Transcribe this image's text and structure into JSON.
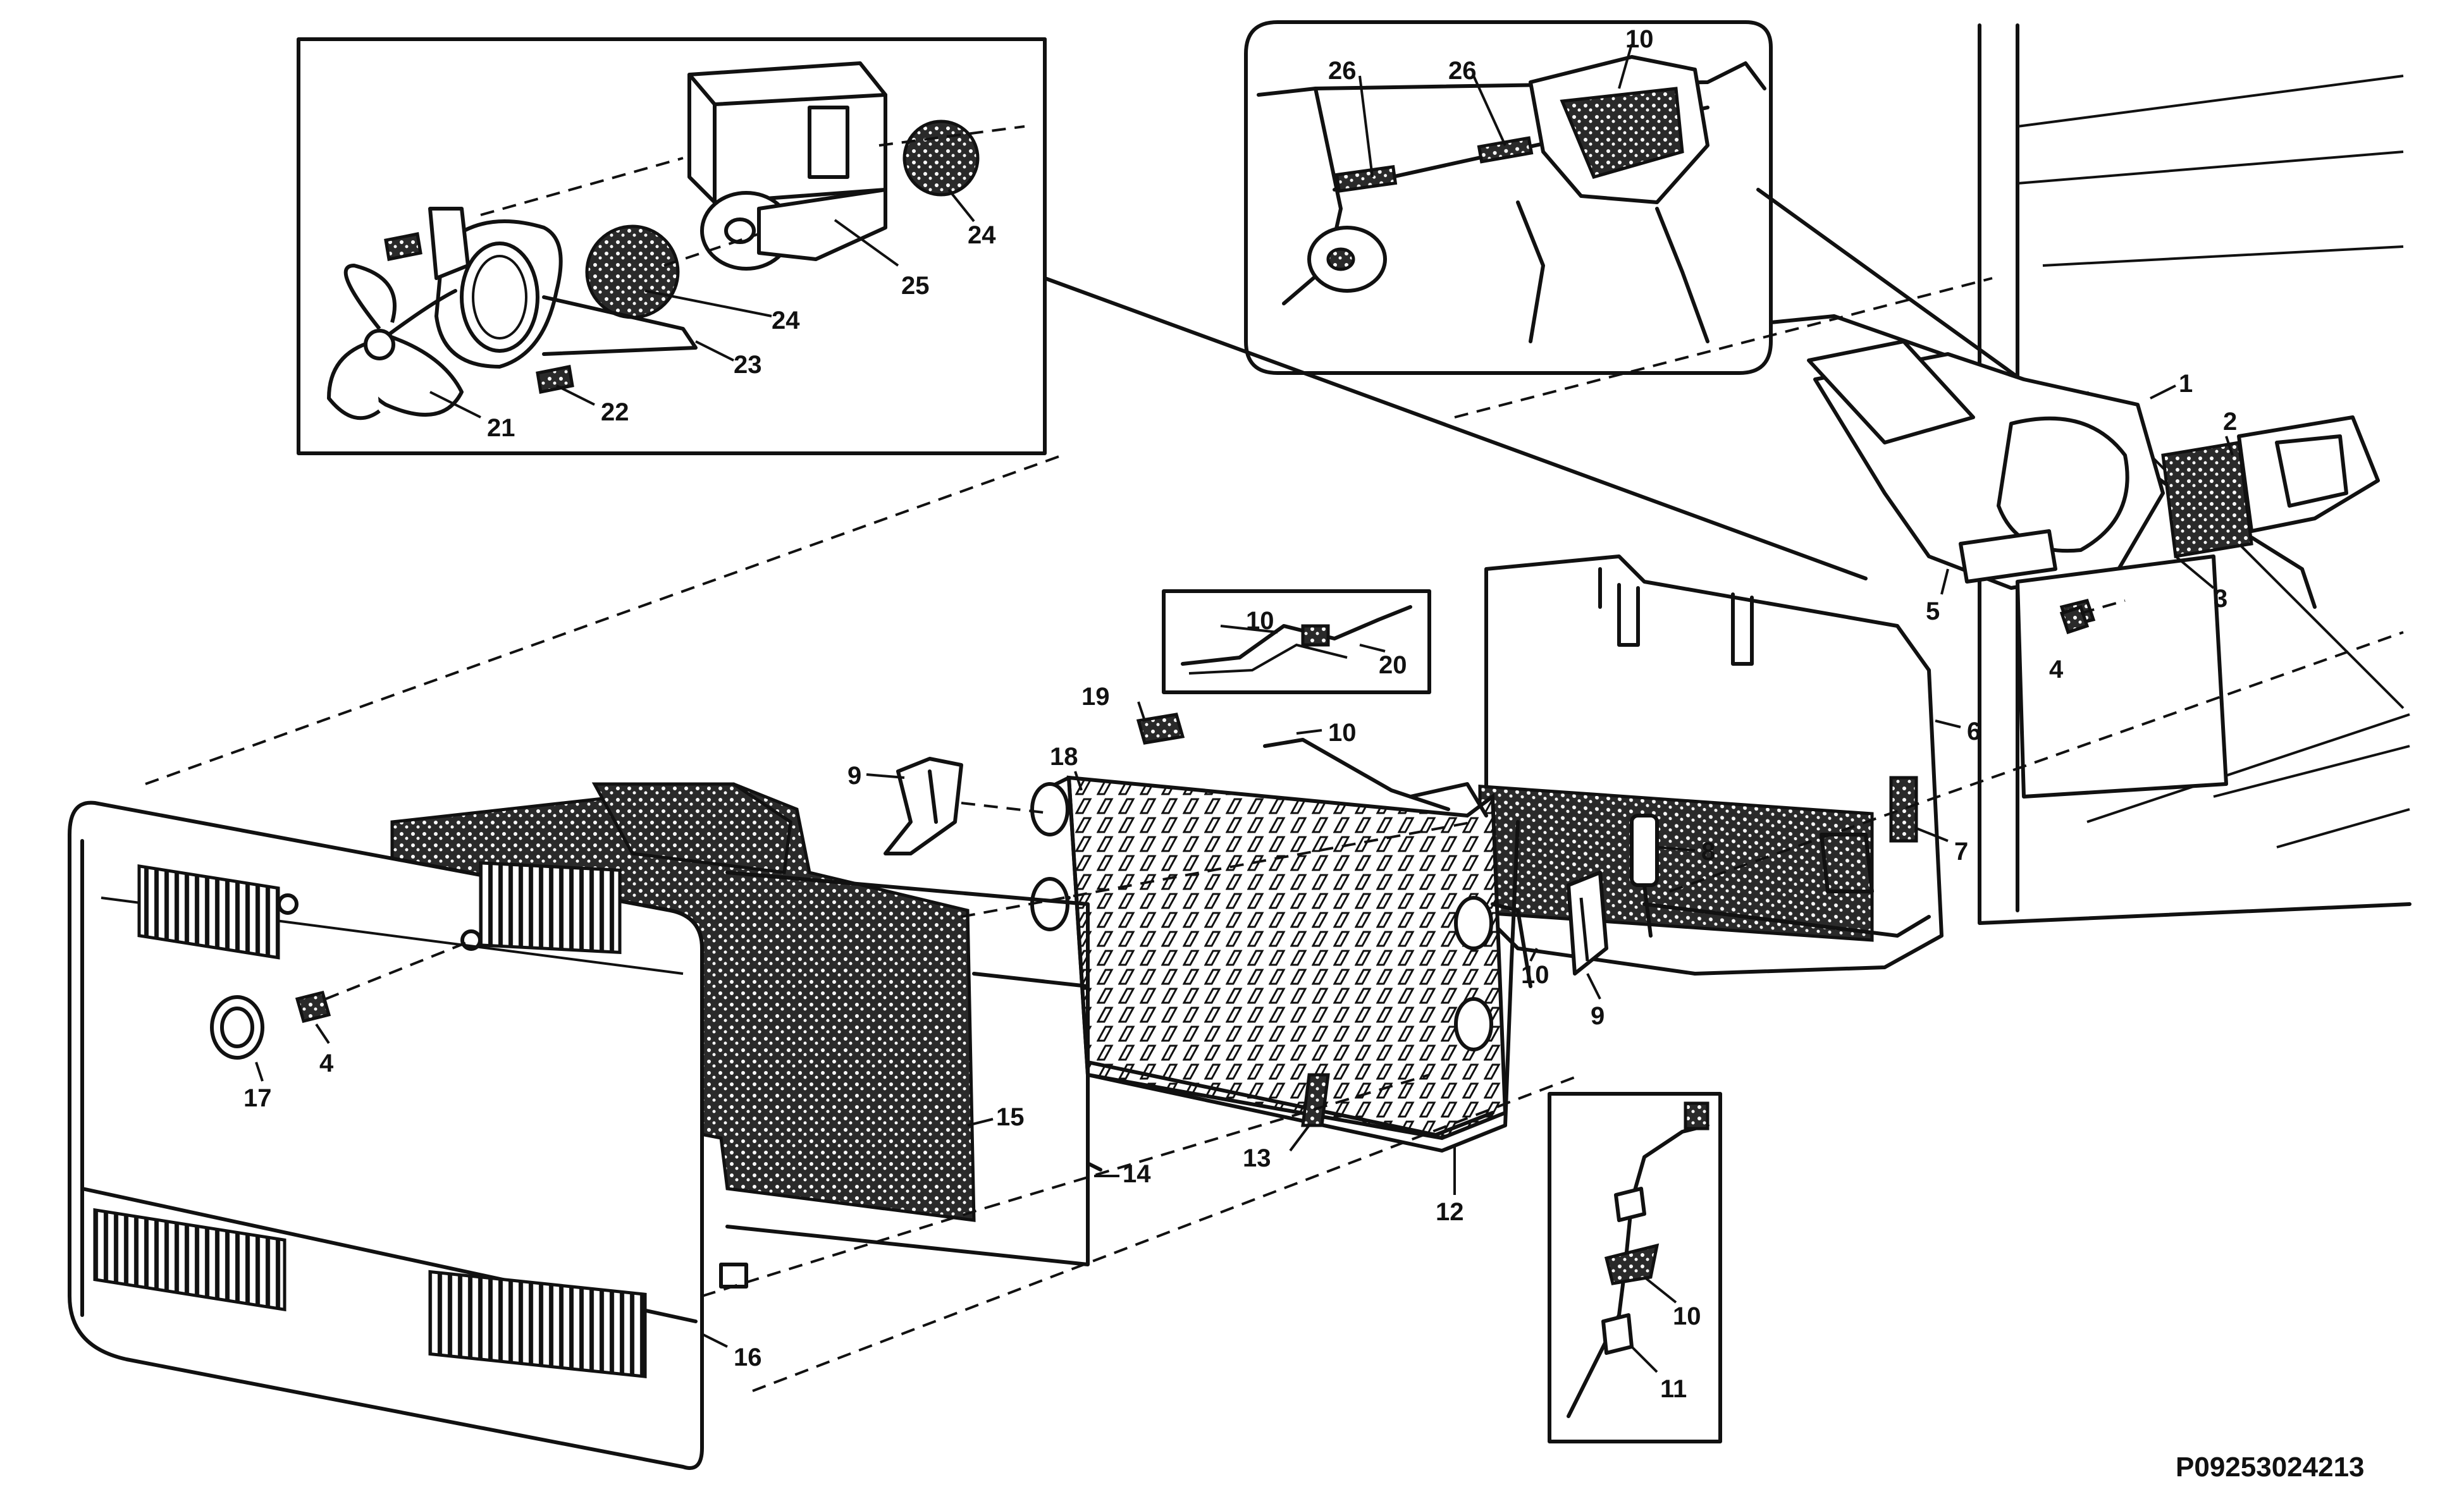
{
  "reference_code": "P09253024213",
  "callouts": [
    {
      "id": "c1",
      "text": "1"
    },
    {
      "id": "c2",
      "text": "2"
    },
    {
      "id": "c3",
      "text": "3"
    },
    {
      "id": "c4a",
      "text": "4"
    },
    {
      "id": "c4b",
      "text": "4"
    },
    {
      "id": "c5",
      "text": "5"
    },
    {
      "id": "c6",
      "text": "6"
    },
    {
      "id": "c7",
      "text": "7"
    },
    {
      "id": "c8",
      "text": "8"
    },
    {
      "id": "c9a",
      "text": "9"
    },
    {
      "id": "c9b",
      "text": "9"
    },
    {
      "id": "c10a",
      "text": "10"
    },
    {
      "id": "c10b",
      "text": "10"
    },
    {
      "id": "c10c",
      "text": "10"
    },
    {
      "id": "c10d",
      "text": "10"
    },
    {
      "id": "c10e",
      "text": "10"
    },
    {
      "id": "c11",
      "text": "11"
    },
    {
      "id": "c12",
      "text": "12"
    },
    {
      "id": "c13",
      "text": "13"
    },
    {
      "id": "c14",
      "text": "14"
    },
    {
      "id": "c15",
      "text": "15"
    },
    {
      "id": "c16",
      "text": "16"
    },
    {
      "id": "c17",
      "text": "17"
    },
    {
      "id": "c18",
      "text": "18"
    },
    {
      "id": "c19",
      "text": "19"
    },
    {
      "id": "c20",
      "text": "20"
    },
    {
      "id": "c21",
      "text": "21"
    },
    {
      "id": "c22",
      "text": "22"
    },
    {
      "id": "c23",
      "text": "23"
    },
    {
      "id": "c24a",
      "text": "24"
    },
    {
      "id": "c24b",
      "text": "24"
    },
    {
      "id": "c25",
      "text": "25"
    },
    {
      "id": "c26a",
      "text": "26"
    },
    {
      "id": "c26b",
      "text": "26"
    }
  ]
}
